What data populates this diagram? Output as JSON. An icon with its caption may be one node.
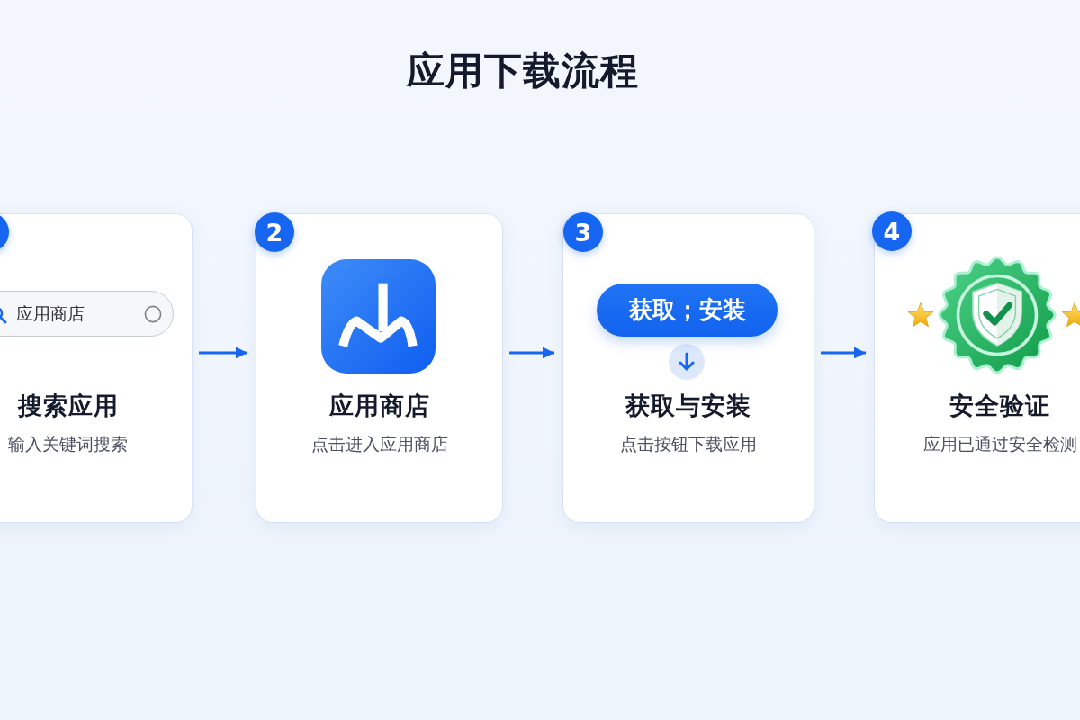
{
  "diagram": {
    "title": "应用下载流程",
    "nodes": [
      {
        "text": [
          "搜索应用",
          "输入关键词搜索"
        ]
      },
      {
        "text": [],
        "shape": "circle",
        "in": 0
      },
      {
        "text": [
          "应用商店"
        ],
        "in": 0
      },
      {
        "text": [
          "应用商店",
          "点击进入应用商店"
        ]
      },
      {
        "text": [
          "2"
        ],
        "in": 3
      },
      {
        "text": [
          "获取与安装",
          "点击按钮下载应用"
        ]
      },
      {
        "text": [
          "3"
        ],
        "in": 5
      },
      {
        "text": [
          "获取；安装"
        ],
        "in": 5
      },
      {
        "text": [
          "安全验证",
          "应用已通过安全检测"
        ]
      },
      {
        "text": [
          "4"
        ],
        "in": 8
      }
    ],
    "edges": [
      {
        "from": 0,
        "to": 3,
        "arrow": "to"
      },
      {
        "from": 3,
        "to": 5,
        "arrow": "to"
      },
      {
        "from": 5,
        "to": 8,
        "arrow": "to"
      }
    ]
  }
}
